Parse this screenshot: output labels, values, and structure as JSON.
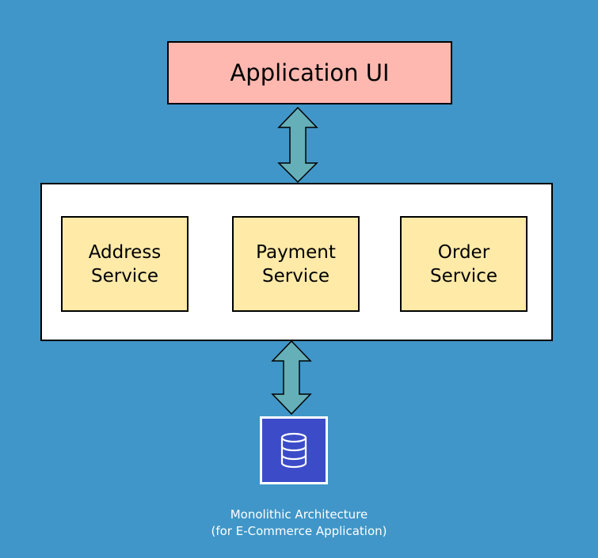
{
  "colors": {
    "background": "#4096c8",
    "ui_box": "#ffb8b0",
    "container": "#ffffff",
    "service": "#ffeaa8",
    "arrow": "#64afb8",
    "database": "#3c4cc8"
  },
  "app_ui": {
    "label": "Application UI"
  },
  "services": [
    {
      "line1": "Address",
      "line2": "Service"
    },
    {
      "line1": "Payment",
      "line2": "Service"
    },
    {
      "line1": "Order",
      "line2": "Service"
    }
  ],
  "database": {
    "icon": "database-icon"
  },
  "caption": {
    "line1": "Monolithic Architecture",
    "line2": "(for E-Commerce Application)"
  }
}
